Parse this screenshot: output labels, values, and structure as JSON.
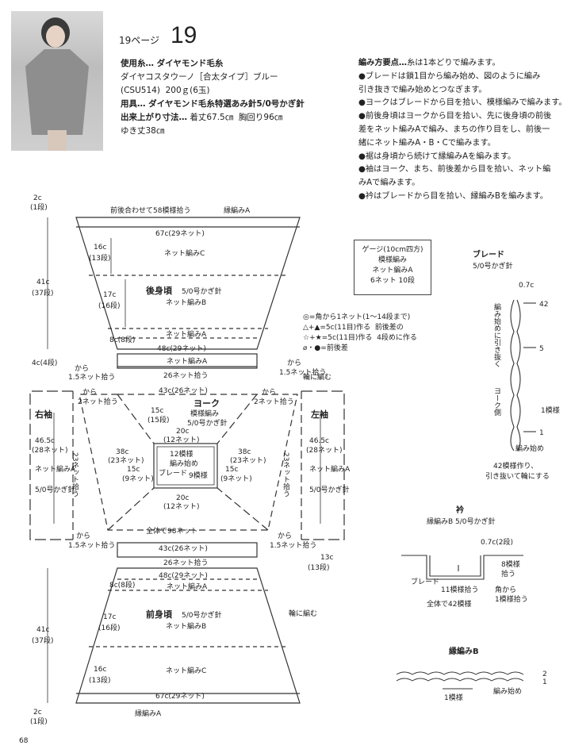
{
  "header": {
    "page_ref": "19ページ",
    "pattern_number": "19"
  },
  "materials": {
    "yarn": "使用糸… ダイヤモンド毛糸",
    "yarn_name": "ダイヤコスタウーノ［合太タイプ］ブルー",
    "yarn_code": "(CSU514)  200ｇ(6玉)",
    "tools": "用具… ダイヤモンド毛糸特選あみ針5/0号かぎ針",
    "size_label": "出来上がり寸法…",
    "size": "着丈67.5㎝  胸回り96㎝",
    "sleeve": "ゆき丈38㎝"
  },
  "points": {
    "title": "編み方要点…",
    "lines": [
      "糸は1本どりで編みます。",
      "●ブレードは鎖1目から編み始め、図のように編み",
      "引き抜きで編み始めとつなぎます。",
      "●ヨークはブレードから目を拾い、模様編みで編みます。",
      "●前後身頃はヨークから目を拾い、先に後身頃の前後",
      "差をネット編みAで編み、まちの作り目をし、前後一",
      "緒にネット編みA・B・Cで編みます。",
      "●裾は身頃から続けて縁編みAを編みます。",
      "●袖はヨーク、まち、前後差から目を拾い、ネット編",
      "みAで編みます。",
      "●衿はブレードから目を拾い、縁編みBを編みます。"
    ]
  },
  "gauge": {
    "title": "ゲージ(10cm四方)",
    "l1": "模様編み",
    "l2": "ネット編みA",
    "l3": "6ネット  10段"
  },
  "legend": {
    "l1": "◎=角から1ネット(1〜14段まで)",
    "l2": "△+▲=5c(11目)作る  前後差の",
    "l3": "☆+★=5c(11目)作る  4段めに作る",
    "l4": "⌀・●=前後差"
  },
  "diagram": {
    "top_hem": "前後合わせて58模様拾う",
    "edging_a": "縁編みA",
    "w67": "67c(29ネット)",
    "net_c": "ネット編みC",
    "back": "後身頃",
    "hook": "5/0号かぎ針",
    "net_b": "ネット編みB",
    "net_a": "ネット編みA",
    "c2": "2c",
    "r1": "(1段)",
    "c41": "41c",
    "r37": "(37段)",
    "c16": "16c",
    "r13": "(13段)",
    "c17": "17c",
    "r16": "(16段)",
    "c8": "8c(8段)",
    "w48": "48c(29ネット)",
    "c4": "4c(4段)",
    "w26": "26ネット拾う",
    "w43": "43c(26ネット)",
    "yoke": "ヨーク",
    "pattern": "模様編み",
    "c15": "15c",
    "r15": "(15段)",
    "c20": "20c",
    "n12": "(12ネット)",
    "start12": "12模様",
    "start_a": "編み始め",
    "braid": "ブレード",
    "p9": "9模様",
    "c38": "38c",
    "n23": "(23ネット)",
    "c15b": "15c",
    "n9": "(9ネット)",
    "right_sleeve": "右袖",
    "left_sleeve": "左袖",
    "c465": "46.5c",
    "r28": "(28ネット)",
    "pick23": "23ネット拾う",
    "pick15": "1.5ネット拾う",
    "pick2": "2ネット拾う",
    "from": "から",
    "whole98": "全体で98ネット",
    "w26b": "26ネット拾う",
    "front": "前身頃",
    "c13": "13c",
    "r13b": "(13段)",
    "circular": "輪に編む",
    "page": "68"
  },
  "braid_detail": {
    "title": "ブレード",
    "hook": "5/0号かぎ針",
    "c07": "0.7c",
    "n42": "42",
    "n5": "5",
    "n1": "1",
    "start": "編み始め",
    "v1": "編み始めに引き抜く",
    "yoke_side": "ヨーク側",
    "one_rep": "1模様",
    "bottom1": "42模様作り、",
    "bottom2": "引き抜いて輪にする"
  },
  "collar": {
    "title": "衿",
    "sub": "縁編みB  5/0号かぎ針",
    "c07": "0.7c(2段)",
    "m8": "8模様",
    "pick": "拾う",
    "m11": "11模様拾う",
    "corner": "角から",
    "m1": "1模様拾う",
    "total": "全体で42模様",
    "braid": "ブレード"
  },
  "edging_b": {
    "title": "縁編みB",
    "r2": "2",
    "r1": "1",
    "rep": "1模様",
    "start": "編み始め"
  }
}
